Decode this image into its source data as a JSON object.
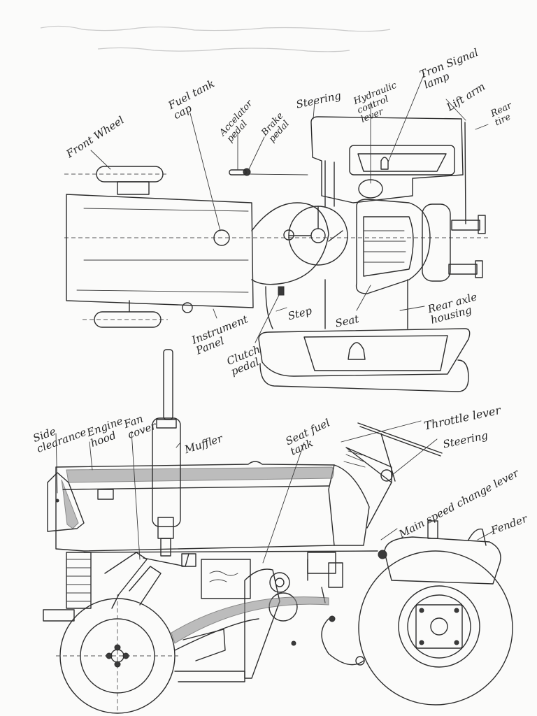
{
  "labels": {
    "front_wheel": "Front Wheel",
    "fuel_tank_cap": "Fuel tank\ncap",
    "accelerator_pedal": "Accelator\npedal",
    "brake_pedal": "Brake\npedal",
    "steering_top": "Steering",
    "hydraulic_control_lever": "Hydraulic\ncontrol\nlever",
    "tron_signal_lamp": "Tron Signal\nlamp",
    "lift_arm": "Lift arm",
    "rear_tire": "Rear\ntire",
    "instrument_panel": "Instrument\nPanel",
    "clutch_pedal": "Clutch\npedal",
    "step": "Step",
    "seat": "Seat",
    "rear_axle_housing": "Rear axle\nhousing",
    "side_clearance": "Side\nclearance",
    "engine_hood": "Engine\nhood",
    "fan_cover": "Fan\ncover",
    "muffler": "Muffler",
    "seat_fuel_tank": "Seat fuel\ntank",
    "throttle_lever": "Throttle lever",
    "steering_side": "Steering",
    "main_speed_change_lever": "Main speed change lever",
    "fender": "Fender"
  }
}
